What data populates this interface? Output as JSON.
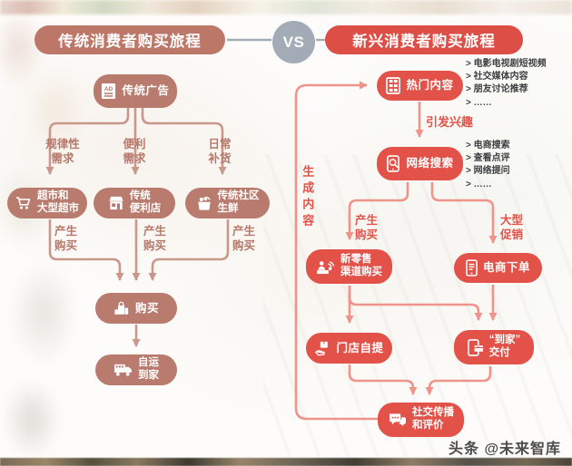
{
  "header": {
    "left_title": "传统消费者购买旅程",
    "vs_label": "VS",
    "right_title": "新兴消费者购买旅程"
  },
  "colors": {
    "traditional_primary": "#b97b6d",
    "traditional_line": "#c9988b",
    "emerging_primary": "#e25249",
    "emerging_line": "#f0938a",
    "vs_circle": "#a2abb6",
    "bullet_text": "#3e3f42"
  },
  "traditional_flow": {
    "ad_node": {
      "label": "传统广告",
      "icon": "ad-document-icon"
    },
    "branch_labels": {
      "regular_demand": "规律性\n需求",
      "convenience_demand": "便利\n需求",
      "daily_restock": "日常\n补货"
    },
    "channel_nodes": [
      {
        "label": "超市和\n大型超市",
        "icon": "shopping-cart-icon"
      },
      {
        "label": "传统\n便利店",
        "icon": "storefront-icon"
      },
      {
        "label": "传统社区\n生鲜",
        "icon": "grocery-basket-icon"
      }
    ],
    "purchase_labels": [
      "产生\n购买",
      "产生\n购买",
      "产生\n购买"
    ],
    "buy_node": {
      "label": "购买",
      "icon": "shopping-bags-icon"
    },
    "self_delivery_node": {
      "label": "自运\n到家",
      "icon": "delivery-truck-icon"
    }
  },
  "emerging_flow": {
    "hot_content_node": {
      "label": "热门内容",
      "icon": "film-strip-icon"
    },
    "hot_content_bullets": [
      "> 电影电视剧短视频",
      "> 社交媒体内容",
      "> 朋友讨论推荐",
      "> ……"
    ],
    "trigger_interest_label": "引发兴趣",
    "web_search_node": {
      "label": "网络搜索",
      "icon": "phone-search-icon"
    },
    "web_search_bullets": [
      "> 电商搜索",
      "> 查看点评",
      "> 网络提问",
      "> ……"
    ],
    "generate_purchase_label": "产生\n购买",
    "big_promotion_label": "大型\n促销",
    "new_retail_node": {
      "label": "新零售\n渠道购买",
      "icon": "retail-counter-icon"
    },
    "ecommerce_order_node": {
      "label": "电商下单",
      "icon": "smartphone-order-icon"
    },
    "store_pickup_node": {
      "label": "门店自提",
      "icon": "hand-pickup-icon"
    },
    "home_delivery_node": {
      "label": "“到家”\n交付",
      "icon": "phone-delivery-icon"
    },
    "social_node": {
      "label": "社交传播\n和评价",
      "icon": "chat-bubbles-icon"
    },
    "generate_content_label": "生成内容"
  },
  "watermark": "头条 @未来智库"
}
